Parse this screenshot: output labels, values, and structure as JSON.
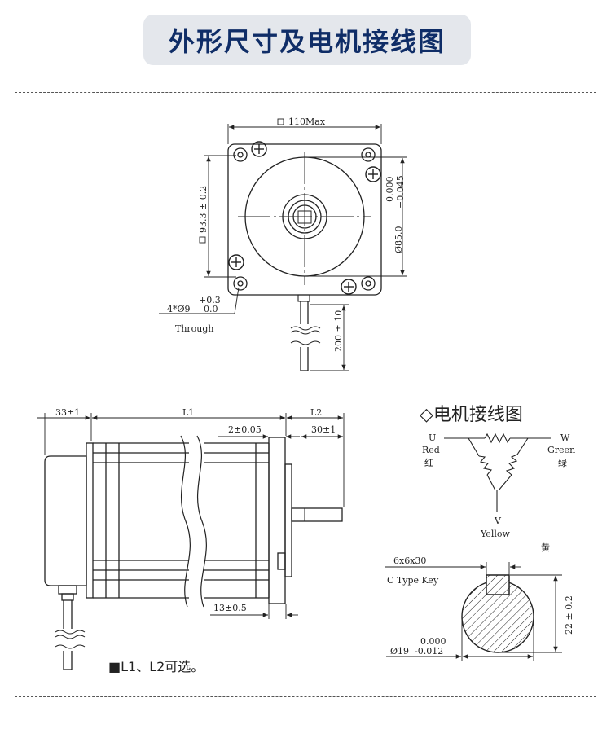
{
  "page_title": "外形尺寸及电机接线图",
  "front_view": {
    "width_label": "110Max",
    "square_label": "93.3 ± 0.2",
    "pilot_dia_label": "Ø85.0",
    "pilot_tol_upper": "0.000",
    "pilot_tol_lower": "−0.045",
    "holes_label": "4*Ø9",
    "holes_tol_upper": "+0.3",
    "holes_tol_lower": "0.0",
    "holes_note": "Through",
    "cable_label": "200 ± 10"
  },
  "side_view": {
    "dim_left": "33±1",
    "dim_l1": "L1",
    "dim_l2": "L2",
    "dim_flange": "2±0.05",
    "dim_shaft": "30±1",
    "dim_boss": "13±0.5",
    "note": "■L1、L2可选。"
  },
  "wiring": {
    "heading": "◇电机接线图",
    "u_letter": "U",
    "u_name": "Red",
    "u_cn": "红",
    "w_letter": "W",
    "w_name": "Green",
    "w_cn": "绿",
    "v_letter": "V",
    "v_name": "Yellow",
    "v_cn": "黄"
  },
  "shaft_section": {
    "key_size": "6x6x30",
    "key_type": "C Type Key",
    "dia_label": "Ø19",
    "dia_tol_upper": "0.000",
    "dia_tol_lower": "-0.012",
    "height_label": "22 ± 0.2"
  }
}
